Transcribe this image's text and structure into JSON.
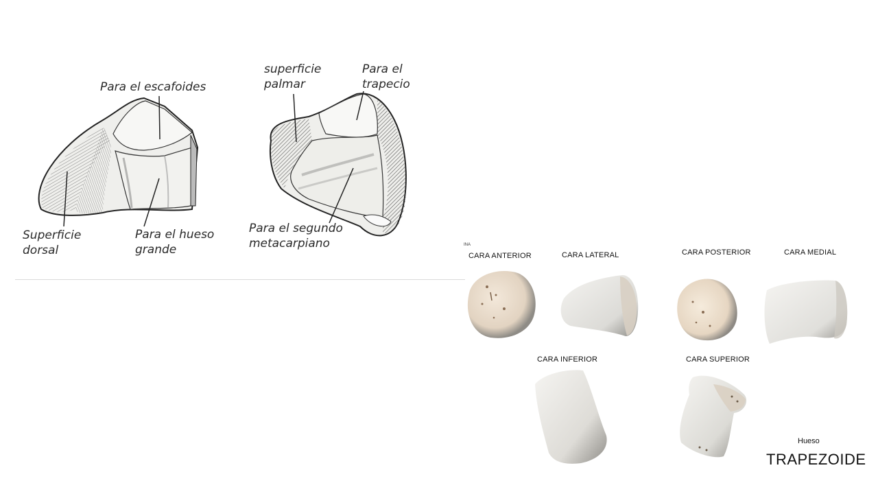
{
  "sketch_left": {
    "label_scaphoid": "Para el escafoides",
    "label_dorsal": "Superficie\ndorsal",
    "label_capitate": "Para el hueso\ngrande"
  },
  "sketch_right": {
    "label_palmar": "superficie\npalmar",
    "label_trapezium": "Para el\ntrapecio",
    "label_metacarpal": "Para el segundo\nmetacarpiano"
  },
  "photo_views": {
    "tiny_text": "INA",
    "anterior": "CARA ANTERIOR",
    "lateral": "CARA LATERAL",
    "posterior": "CARA POSTERIOR",
    "medial": "CARA MEDIAL",
    "inferior": "CARA INFERIOR",
    "superior": "CARA SUPERIOR"
  },
  "caption": {
    "small": "Hueso",
    "big": "TRAPEZOIDE"
  },
  "colors": {
    "bone_light": "#f2f1ee",
    "bone_shadow": "#9a9994",
    "articular_face": "#efe2d2",
    "sketch_ink": "#2a2a2a"
  }
}
